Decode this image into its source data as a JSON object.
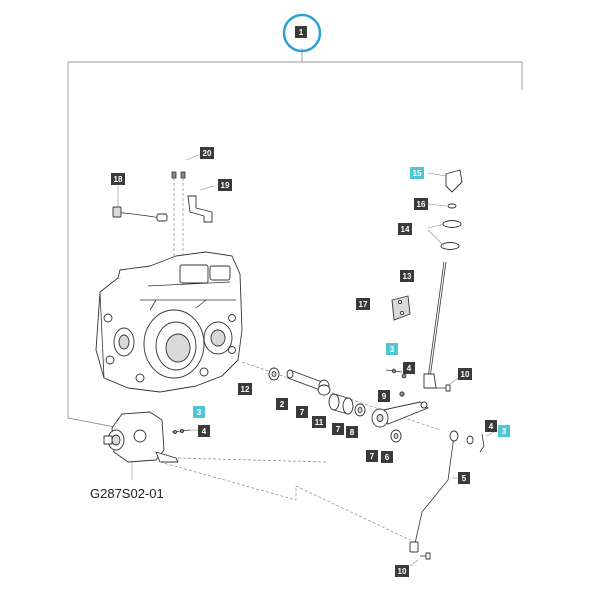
{
  "diagram": {
    "drawing_code": "G287S02-01",
    "assembly_callout": "1",
    "callouts": [
      {
        "id": "c1",
        "label": "1",
        "style": "dark",
        "circled": true
      },
      {
        "id": "c2",
        "label": "2",
        "style": "dark"
      },
      {
        "id": "c3a",
        "label": "3",
        "style": "cyan"
      },
      {
        "id": "c3b",
        "label": "3",
        "style": "cyan"
      },
      {
        "id": "c3c",
        "label": "3",
        "style": "cyan"
      },
      {
        "id": "c4a",
        "label": "4",
        "style": "dark"
      },
      {
        "id": "c4b",
        "label": "4",
        "style": "dark"
      },
      {
        "id": "c4c",
        "label": "4",
        "style": "dark"
      },
      {
        "id": "c5",
        "label": "5",
        "style": "dark"
      },
      {
        "id": "c6",
        "label": "6",
        "style": "dark"
      },
      {
        "id": "c7a",
        "label": "7",
        "style": "dark"
      },
      {
        "id": "c7b",
        "label": "7",
        "style": "dark"
      },
      {
        "id": "c7c",
        "label": "7",
        "style": "dark"
      },
      {
        "id": "c8",
        "label": "8",
        "style": "dark"
      },
      {
        "id": "c9",
        "label": "9",
        "style": "dark"
      },
      {
        "id": "c10a",
        "label": "10",
        "style": "dark"
      },
      {
        "id": "c10b",
        "label": "10",
        "style": "dark"
      },
      {
        "id": "c11",
        "label": "11",
        "style": "dark"
      },
      {
        "id": "c12",
        "label": "12",
        "style": "dark"
      },
      {
        "id": "c13",
        "label": "13",
        "style": "dark"
      },
      {
        "id": "c14",
        "label": "14",
        "style": "dark"
      },
      {
        "id": "c15",
        "label": "15",
        "style": "cyan"
      },
      {
        "id": "c16",
        "label": "16",
        "style": "dark"
      },
      {
        "id": "c17",
        "label": "17",
        "style": "dark"
      },
      {
        "id": "c18",
        "label": "18",
        "style": "dark"
      },
      {
        "id": "c19",
        "label": "19",
        "style": "dark"
      },
      {
        "id": "c20",
        "label": "20",
        "style": "dark"
      }
    ],
    "colors": {
      "callout_dark": "#3a3a3a",
      "callout_cyan": "#4fc6d8",
      "assembly_ring": "#2a9fd8",
      "line": "#333333"
    }
  }
}
